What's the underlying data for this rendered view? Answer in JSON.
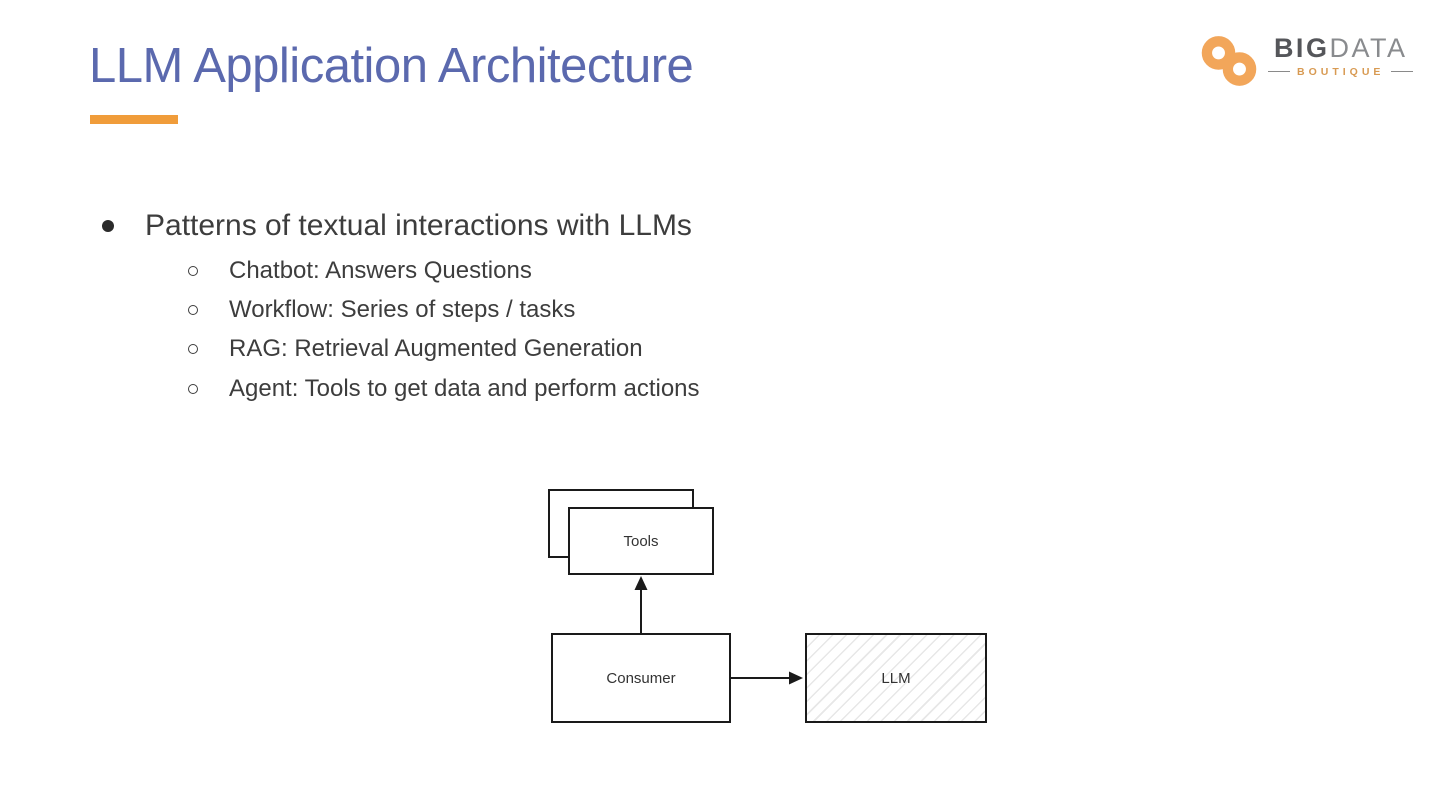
{
  "slide": {
    "title": "LLM Application Architecture",
    "title_color": "#5b69ae",
    "accent_color": "#f09c3a",
    "text_color": "#3d3d3d"
  },
  "logo": {
    "brand_bold": "BIG",
    "brand_light": "DATA",
    "tagline": "BOUTIQUE",
    "mark_color": "#f2a65a",
    "tagline_color": "#d89a52"
  },
  "bullets": {
    "main": "Patterns of textual interactions with LLMs",
    "items": [
      "Chatbot: Answers Questions",
      "Workflow: Series of steps / tasks",
      "RAG: Retrieval Augmented Generation",
      "Agent: Tools to get data and perform actions"
    ]
  },
  "diagram": {
    "nodes": [
      {
        "id": "tools",
        "label": "Tools",
        "style": "stacked-duplicate"
      },
      {
        "id": "consumer",
        "label": "Consumer",
        "style": "plain"
      },
      {
        "id": "llm",
        "label": "LLM",
        "style": "diagonal-hatched"
      }
    ],
    "edges": [
      {
        "from": "consumer",
        "to": "tools",
        "direction": "up"
      },
      {
        "from": "consumer",
        "to": "llm",
        "direction": "right"
      }
    ]
  }
}
